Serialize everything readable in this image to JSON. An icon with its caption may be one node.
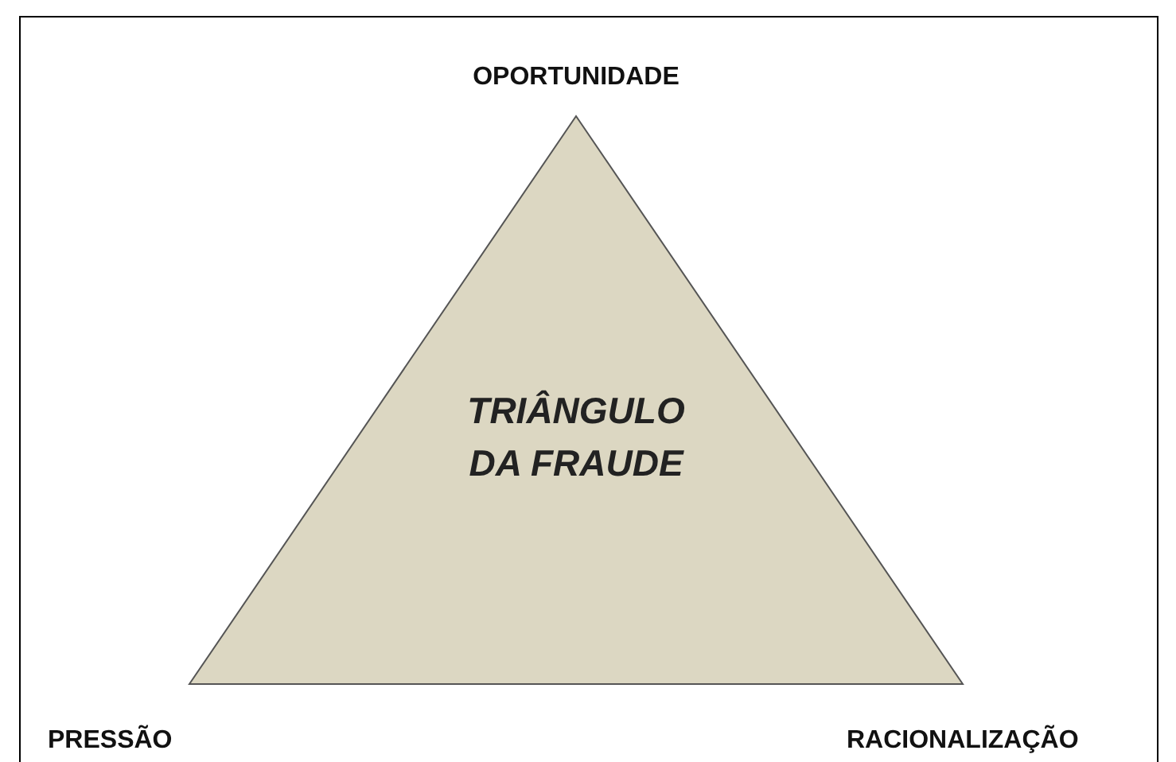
{
  "diagram": {
    "nodes": [
      {
        "text": [
          "TRIÂNGULO DA FRAUDE"
        ]
      }
    ],
    "labels": [
      "OPORTUNIDADE",
      "PRESSÃO",
      "RACIONALIZAÇÃO"
    ]
  }
}
